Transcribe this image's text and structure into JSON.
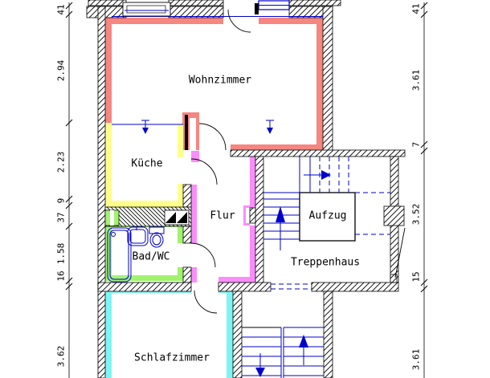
{
  "rooms": {
    "wohnzimmer": "Wohnzimmer",
    "kueche": "Küche",
    "flur": "Flur",
    "bad": "Bad/WC",
    "aufzug": "Aufzug",
    "treppenhaus": "Treppenhaus",
    "schlafzimmer": "Schlafzimmer"
  },
  "dims_left": [
    "41",
    "2.94",
    "2.23",
    "9",
    "37",
    "1.58",
    "16",
    "3.62"
  ],
  "dims_right": [
    "41",
    "3.61",
    "7",
    "3.52",
    "15",
    "3.61"
  ],
  "colors": {
    "living_lining": "#f58680",
    "kitchen_lining": "#ffff8c",
    "bath_lining": "#a2f26f",
    "hall_lining": "#fb8cfb",
    "bedroom_lining": "#7df5f5",
    "blue_lines": "#0000cc",
    "wall_outline": "#000000"
  }
}
